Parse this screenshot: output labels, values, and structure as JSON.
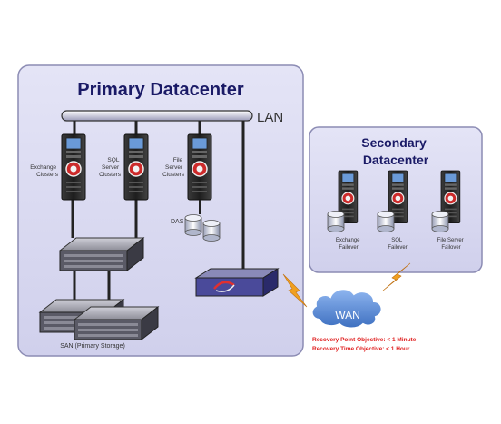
{
  "primary": {
    "title": "Primary Datacenter",
    "lan_label": "LAN",
    "servers": [
      {
        "label_lines": [
          "Exchange",
          "Clusters"
        ]
      },
      {
        "label_lines": [
          "SQL",
          "Server",
          "Clusters"
        ]
      },
      {
        "label_lines": [
          "File",
          "Server",
          "Clusters"
        ]
      }
    ],
    "das_label": "DAS",
    "san_label": "SAN (Primary Storage)"
  },
  "secondary": {
    "title_line1": "Secondary",
    "title_line2": "Datacenter",
    "servers": [
      {
        "label_lines": [
          "Exchange",
          "Failover"
        ]
      },
      {
        "label_lines": [
          "SQL",
          "Failover"
        ]
      },
      {
        "label_lines": [
          "File Server",
          "Failover"
        ]
      }
    ]
  },
  "wan": {
    "label": "WAN",
    "rpo": "Recovery Point Objective: < 1 Minute",
    "rto": "Recovery Time Objective: < 1 Hour"
  },
  "colors": {
    "panel_fill": "#d8d8f0",
    "panel_border": "#8c8cb4",
    "title_color": "#1a1a66",
    "cloud_fill": "#5d8fd8",
    "lightning": "#f0a020",
    "objective_text": "#e02020",
    "server_red": "#cc2a2a"
  }
}
